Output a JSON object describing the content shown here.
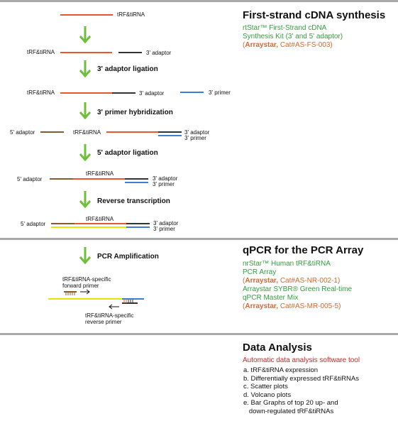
{
  "colors": {
    "rna": "#e8562a",
    "adaptor3": "#333333",
    "primer3": "#3a7fd0",
    "adaptor5": "#8a5a2b",
    "cdna": "#e8e40a",
    "arrow": "#6fbf3a",
    "rule": "#a8a8a8"
  },
  "flow": {
    "s1": {
      "rna": "tRF&tiRNA"
    },
    "s2": {
      "rna": "tRF&tiRNA",
      "ad3": "3' adaptor"
    },
    "step1": "3' adaptor ligation",
    "s3": {
      "rna": "tRF&tiRNA",
      "ad3": "3' adaptor",
      "pr3": "3' primer"
    },
    "step2": "3' primer hybridization",
    "s4": {
      "ad5": "5' adaptor",
      "rna": "tRF&tiRNA",
      "ad3": "3' adaptor",
      "pr3": "3' primer"
    },
    "step3": "5' adaptor ligation",
    "s5": {
      "ad5": "5' adaptor",
      "rna": "tRF&tiRNA",
      "ad3": "3' adaptor",
      "pr3": "3' primer"
    },
    "step4": "Reverse transcription",
    "s6": {
      "ad5": "5' adaptor",
      "rna": "tRF&tiRNA",
      "ad3": "3' adaptor",
      "pr3": "3' primer"
    },
    "step5": "PCR Amplification",
    "pcr": {
      "fwd1": "tRF&tiRNA-specific",
      "fwd2": "forward primer",
      "rev1": "tRF&tiRNA-specific",
      "rev2": "reverse primer"
    }
  },
  "section1": {
    "title": "First-strand cDNA synthesis",
    "kit1": "rtStar™ First-Strand cDNA",
    "kit2": "Synthesis Kit (3' and 5' adaptor)",
    "brand": "Arraystаr,",
    "cat": " Cat#AS-FS-003)"
  },
  "section2": {
    "title": "qPCR for the PCR Array",
    "l1": "nrStar™ Human tRF&tiRNA",
    "l2": "PCR Array",
    "brand1": "Arraystar,",
    "cat1": " Cat#AS-NR-002-1)",
    "l3": "Arraystar SYBR® Green Real-time",
    "l4": "qPCR Master Mix",
    "brand2": "Arraystar,",
    "cat2": " Cat#AS-MR-005-5)"
  },
  "section3": {
    "title": "Data Analysis",
    "subtitle": "Automatic data analysis software tool",
    "items": [
      "a. tRF&tiRNA expression",
      "b. Differentially expressed tRF&tiRNAs",
      "c. Scatter plots",
      "d. Volcano plots",
      "e. Bar Graphs of top 20 up- and",
      "   down-regulated tRF&tiRNAs"
    ]
  }
}
